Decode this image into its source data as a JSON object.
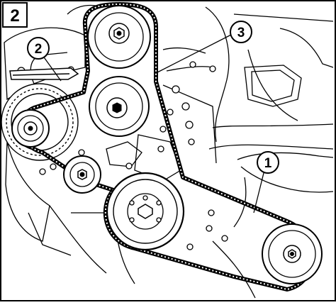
{
  "figure": {
    "number": "2",
    "callouts": [
      {
        "id": "1",
        "label": "1"
      },
      {
        "id": "2",
        "label": "2"
      },
      {
        "id": "3",
        "label": "3"
      }
    ]
  },
  "colors": {
    "ink": "#000000",
    "paper": "#ffffff",
    "fill": "#f4f4f4"
  }
}
